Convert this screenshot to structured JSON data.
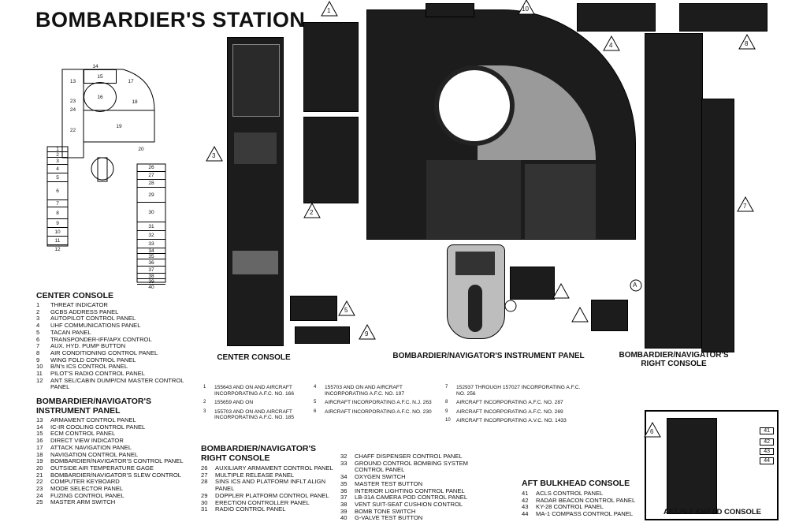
{
  "title": "BOMBARDIER'S STATION",
  "center_console": {
    "heading": "CENTER CONSOLE",
    "items": [
      {
        "n": "1",
        "t": "THREAT INDICATOR"
      },
      {
        "n": "2",
        "t": "GCBS ADDRESS PANEL"
      },
      {
        "n": "3",
        "t": "AUTOPILOT CONTROL PANEL"
      },
      {
        "n": "4",
        "t": "UHF COMMUNICATIONS PANEL"
      },
      {
        "n": "5",
        "t": "TACAN PANEL"
      },
      {
        "n": "6",
        "t": "TRANSPONDER-IFF/APX CONTROL"
      },
      {
        "n": "7",
        "t": "AUX. HYD. PUMP BUTTON"
      },
      {
        "n": "8",
        "t": "AIR CONDITIONING CONTROL PANEL"
      },
      {
        "n": "9",
        "t": "WING FOLD CONTROL PANEL"
      },
      {
        "n": "10",
        "t": "B/N's ICS CONTROL PANEL"
      },
      {
        "n": "11",
        "t": "PILOT'S RADIO CONTROL PANEL"
      },
      {
        "n": "12",
        "t": "ANT SEL/CABIN DUMP/CNI MASTER CONTROL PANEL"
      }
    ]
  },
  "bn_instrument_panel": {
    "heading": "BOMBARDIER/NAVIGATOR'S INSTRUMENT PANEL",
    "items": [
      {
        "n": "13",
        "t": "ARMAMENT CONTROL PANEL"
      },
      {
        "n": "14",
        "t": "IC-IR COOLING CONTROL PANEL"
      },
      {
        "n": "15",
        "t": "ECM CONTROL PANEL"
      },
      {
        "n": "16",
        "t": "DIRECT VIEW INDICATOR"
      },
      {
        "n": "17",
        "t": "ATTACK NAVIGATION PANEL"
      },
      {
        "n": "18",
        "t": "NAVIGATION CONTROL PANEL"
      },
      {
        "n": "19",
        "t": "BOMBARDIER/NAVIGATOR'S CONTROL PANEL"
      },
      {
        "n": "20",
        "t": "OUTSIDE AIR TEMPERATURE GAGE"
      },
      {
        "n": "21",
        "t": "BOMBARDIER/NAVIGATOR'S SLEW CONTROL"
      },
      {
        "n": "22",
        "t": "COMPUTER KEYBOARD"
      },
      {
        "n": "23",
        "t": "MODE SELECTOR PANEL"
      },
      {
        "n": "24",
        "t": "FUZING CONTROL PANEL"
      },
      {
        "n": "25",
        "t": "MASTER ARM SWITCH"
      }
    ]
  },
  "bn_right_console": {
    "heading": "BOMBARDIER/NAVIGATOR'S RIGHT CONSOLE",
    "items": [
      {
        "n": "26",
        "t": "AUXILIARY ARMAMENT CONTROL PANEL"
      },
      {
        "n": "27",
        "t": "MULTIPLE RELEASE PANEL"
      },
      {
        "n": "28",
        "t": "SINS ICS AND PLATFORM INFLT ALIGN PANEL"
      },
      {
        "n": "29",
        "t": "DOPPLER PLATFORM CONTROL PANEL"
      },
      {
        "n": "30",
        "t": "ERECTION CONTROLLER PANEL"
      },
      {
        "n": "31",
        "t": "RADIO CONTROL PANEL"
      }
    ],
    "items2": [
      {
        "n": "32",
        "t": "CHAFF DISPENSER CONTROL PANEL"
      },
      {
        "n": "33",
        "t": "GROUND CONTROL BOMBING SYSTEM CONTROL PANEL"
      },
      {
        "n": "34",
        "t": "OXYGEN SWITCH"
      },
      {
        "n": "35",
        "t": "MASTER TEST BUTTON"
      },
      {
        "n": "36",
        "t": "INTERIOR LIGHTING CONTROL PANEL"
      },
      {
        "n": "37",
        "t": "LB-31A CAMERA POD CONTROL PANEL"
      },
      {
        "n": "38",
        "t": "VENT SUIT-SEAT CUSHION CONTROL"
      },
      {
        "n": "39",
        "t": "BOMB TONE SWITCH"
      },
      {
        "n": "40",
        "t": "G-VALVE TEST BUTTON"
      }
    ]
  },
  "aft_bulkhead": {
    "heading": "AFT BULKHEAD CONSOLE",
    "items": [
      {
        "n": "41",
        "t": "ACLS CONTROL PANEL"
      },
      {
        "n": "42",
        "t": "RADAR BEACON CONTROL PANEL"
      },
      {
        "n": "43",
        "t": "KY-28 CONTROL PANEL"
      },
      {
        "n": "44",
        "t": "MA-1 COMPASS CONTROL PANEL"
      }
    ]
  },
  "figure_labels": {
    "center_console": "CENTER CONSOLE",
    "instrument_panel": "BOMBARDIER/NAVIGATOR'S INSTRUMENT PANEL",
    "right_console": "BOMBARDIER/NAVIGATOR'S RIGHT CONSOLE",
    "aft_bulkhead": "AFT BULKHEAD CONSOLE"
  },
  "notes": [
    {
      "n": "1",
      "t": "155643 AND ON AND AIRCRAFT INCORPORATING A.F.C. NO. 166"
    },
    {
      "n": "2",
      "t": "155659 AND ON"
    },
    {
      "n": "3",
      "t": "155703 AND ON AND AIRCRAFT INCORPORATING A.F.C. NO. 185"
    },
    {
      "n": "4",
      "t": "155703 AND ON AND AIRCRAFT INCORPORATING A.F.C. NO. 197"
    },
    {
      "n": "5",
      "t": "AIRCRAFT INCORPORATING A.F.C. N.J. 263"
    },
    {
      "n": "6",
      "t": "AIRCRAFT INCORPORATING A.F.C. NO. 230"
    },
    {
      "n": "7",
      "t": "152937 THROUGH 157027 INCORPORATING A.F.C. NO. 256"
    },
    {
      "n": "8",
      "t": "AIRCRAFT INCORPORATING A.F.C. NO. 287"
    },
    {
      "n": "9",
      "t": "AIRCRAFT INCORPORATING A.F.C. NO. 269"
    },
    {
      "n": "10",
      "t": "AIRCRAFT INCORPORATING A.V.C. NO. 1433"
    }
  ],
  "callouts": [
    "1",
    "2",
    "3",
    "4",
    "5",
    "6",
    "7",
    "8",
    "9",
    "10",
    "A"
  ],
  "key_map": {
    "top": [
      "14",
      "15",
      "16",
      "17",
      "18",
      "13",
      "23",
      "24",
      "19",
      "22",
      "20"
    ],
    "left": [
      "1",
      "2",
      "3",
      "4",
      "5",
      "6",
      "7",
      "8",
      "9",
      "10",
      "11",
      "12"
    ],
    "right": [
      "26",
      "27",
      "28",
      "29",
      "30",
      "31",
      "32",
      "33",
      "34",
      "35",
      "36",
      "37",
      "38",
      "39",
      "40"
    ]
  },
  "bulkhead_numbers": [
    "41",
    "42",
    "43",
    "44"
  ]
}
